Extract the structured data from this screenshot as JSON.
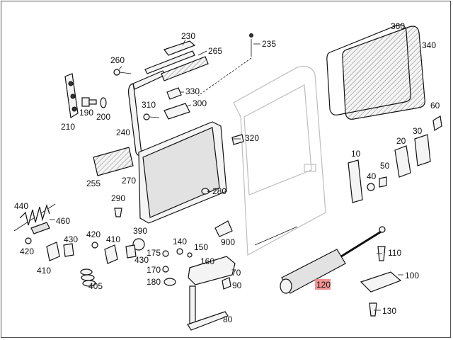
{
  "labels": {
    "p230": "230",
    "p265": "265",
    "p235": "235",
    "p260": "260",
    "p330": "330",
    "p300": "300",
    "p310": "310",
    "p190": "190",
    "p200": "200",
    "p210": "210",
    "p240": "240",
    "p320": "320",
    "p255": "255",
    "p270": "270",
    "p280": "280",
    "p290": "290",
    "p390": "390",
    "p440": "440",
    "p460": "460",
    "p420a": "420",
    "p410a": "410",
    "p430a": "430",
    "p420b": "420",
    "p410b": "410",
    "p430b": "430",
    "p405": "405",
    "p175": "175",
    "p140": "140",
    "p150": "150",
    "p170": "170",
    "p160": "160",
    "p180": "180",
    "p900": "900",
    "p70": "70",
    "p90": "90",
    "p80": "80",
    "p360": "360",
    "p340": "340",
    "p60": "60",
    "p30": "30",
    "p20": "20",
    "p10": "10",
    "p40": "40",
    "p50": "50",
    "p110": "110",
    "p100": "100",
    "p120": "120",
    "p130": "130"
  },
  "highlight_color": "#f08080"
}
